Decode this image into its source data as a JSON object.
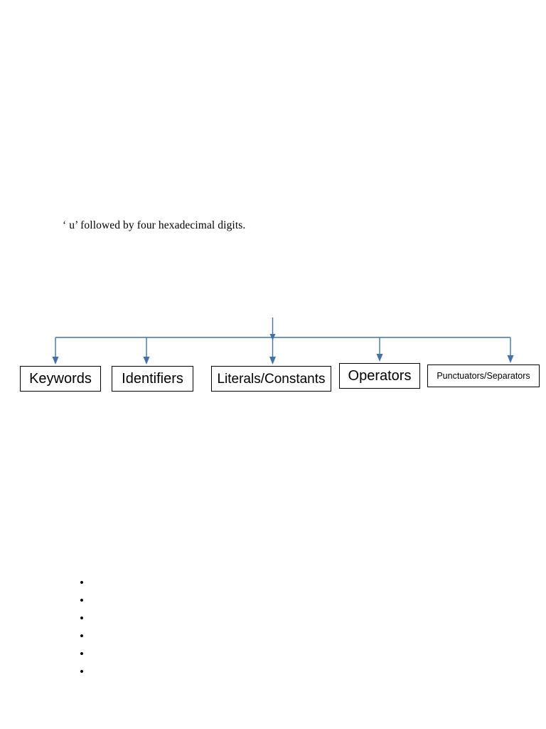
{
  "document": {
    "intro_text": "‘ u’ followed by four hexadecimal digits."
  },
  "diagram": {
    "type": "tree",
    "connector_color": "#4472a8",
    "border_color": "#000000",
    "background_color": "#ffffff",
    "nodes": [
      {
        "label": "Keywords"
      },
      {
        "label": "Identifiers"
      },
      {
        "label": "Literals/Constants"
      },
      {
        "label": "Operators"
      },
      {
        "label": "Punctuators/Separators"
      }
    ]
  },
  "bullets": [
    {
      "label": ""
    },
    {
      "label": ""
    },
    {
      "label": ""
    },
    {
      "label": ""
    },
    {
      "label": ""
    },
    {
      "label": ""
    }
  ]
}
